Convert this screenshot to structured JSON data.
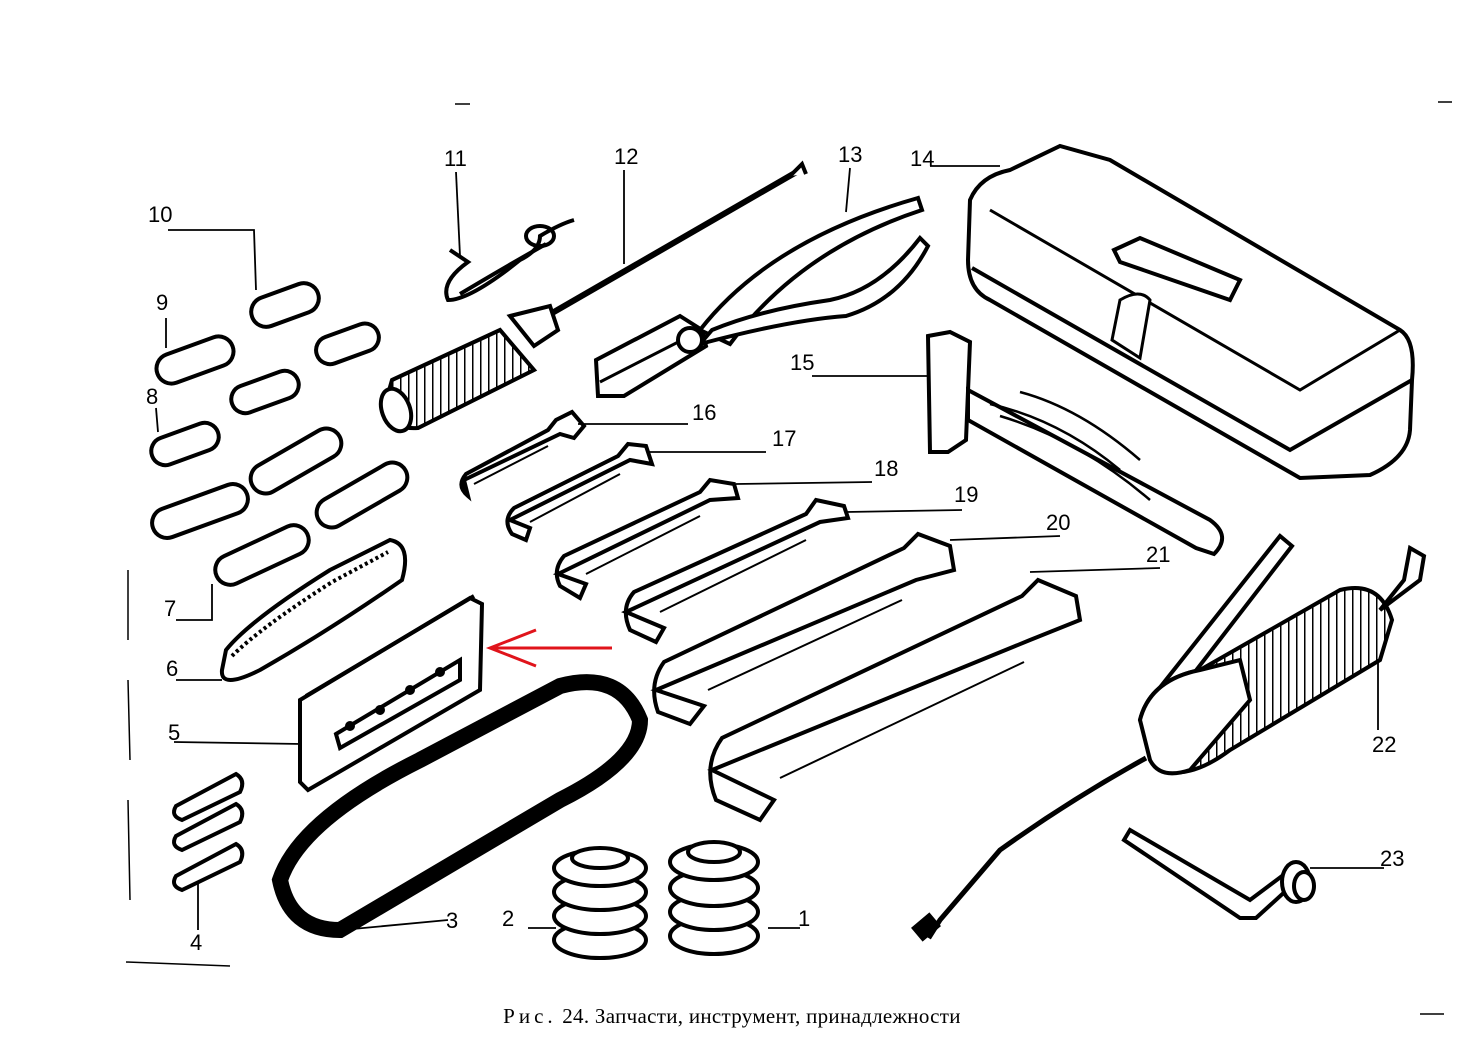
{
  "caption": {
    "prefix": "Рис.",
    "text": "24. Запчасти, инструмент, принадлежности"
  },
  "labels": [
    "1",
    "2",
    "3",
    "4",
    "5",
    "6",
    "7",
    "8",
    "9",
    "10",
    "11",
    "12",
    "13",
    "14",
    "15",
    "16",
    "17",
    "18",
    "19",
    "20",
    "21",
    "22",
    "23"
  ],
  "colors": {
    "ink": "#000000",
    "paper": "#ffffff",
    "arrow": "#e0141b"
  }
}
